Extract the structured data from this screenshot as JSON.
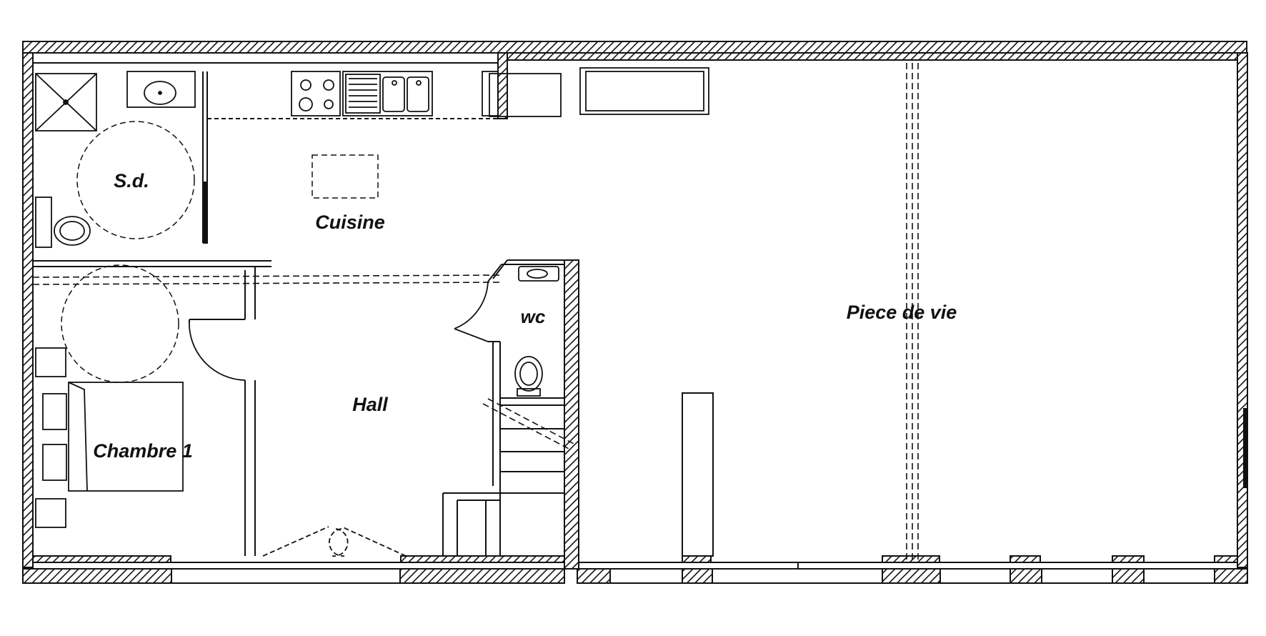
{
  "rooms": {
    "sd": "S.d.",
    "cuisine": "Cuisine",
    "wc": "wc",
    "hall": "Hall",
    "chambre": "Chambre 1",
    "piece": "Piece de vie"
  },
  "colors": {
    "wall": "#111111",
    "background": "#ffffff"
  }
}
